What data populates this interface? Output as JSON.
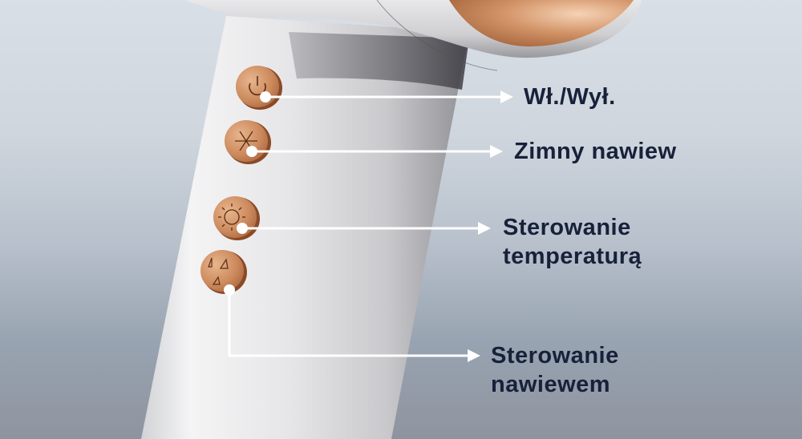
{
  "colors": {
    "text": "#17213a",
    "copper": "#c98557",
    "copper_dark": "#8a4a28",
    "body_white": "#ececee",
    "leader_line": "#ffffff"
  },
  "product": {
    "name": "hair-dryer",
    "buttons": [
      {
        "icon": "power-icon",
        "label_lines": [
          "Wł./Wył."
        ]
      },
      {
        "icon": "snowflake-icon",
        "label_lines": [
          "Zimny nawiew"
        ]
      },
      {
        "icon": "sun-icon",
        "label_lines": [
          "Sterowanie",
          "temperaturą"
        ]
      },
      {
        "icon": "fan-speed-icon",
        "label_lines": [
          "Sterowanie",
          "nawiewem"
        ]
      }
    ]
  }
}
